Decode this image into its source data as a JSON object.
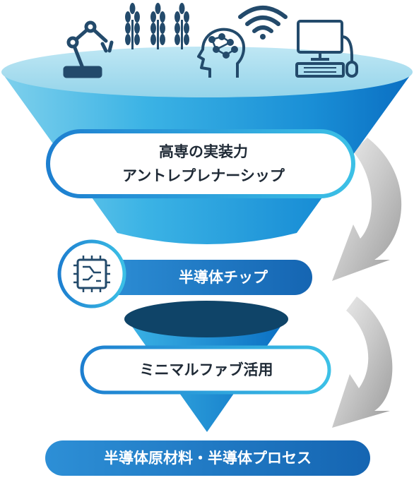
{
  "main_box": {
    "line1": "高専の実装力",
    "line2": "アントレプレナーシップ"
  },
  "chip_label": "半導体チップ",
  "minimal_label": "ミニマルファブ活用",
  "bottom_label": "半導体原材料・半導体プロセス",
  "icons": [
    "robot-arm-icon",
    "wheat-icon",
    "brain-head-icon",
    "wifi-icon",
    "computer-icon",
    "chip-icon"
  ],
  "colors": {
    "funnel_light": "#9fd9ec",
    "funnel_mid": "#2aa7df",
    "funnel_dark": "#0b70c4",
    "navy": "#1f4b6e",
    "pill_blue": "#1c6fb8",
    "arrow_gray": "#a9a9a9"
  }
}
